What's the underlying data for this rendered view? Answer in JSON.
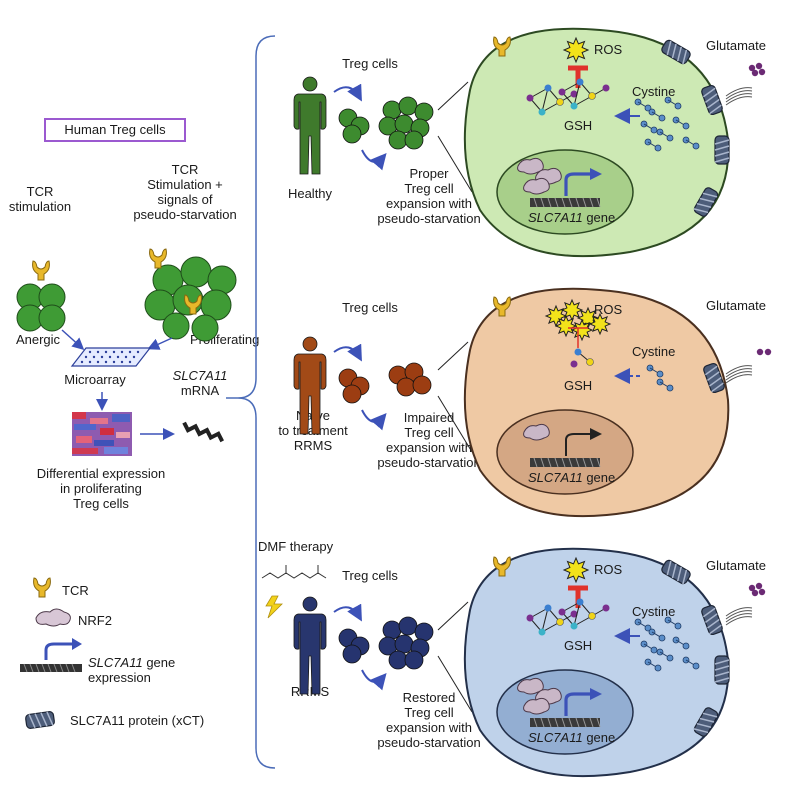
{
  "title": "Human Treg cells",
  "left": {
    "tcr_stimulation": [
      "TCR",
      "stimulation"
    ],
    "tcr_plus": [
      "TCR",
      "Stimulation +",
      "signals of",
      "pseudo-starvation"
    ],
    "anergic": "Anergic",
    "proliferating": "Proliferating",
    "microarray": "Microarray",
    "slc_mrna_gene": "SLC7A11",
    "slc_mrna_word": "mRNA",
    "differential": [
      "Differential expression",
      "in proliferating",
      "Treg cells"
    ]
  },
  "legend": {
    "tcr": "TCR",
    "nrf2": "NRF2",
    "gene_expr_gene": "SLC7A11",
    "gene_expr_word": "gene",
    "gene_expr_line2": "expression",
    "protein": "SLC7A11 protein (xCT)"
  },
  "panels": [
    {
      "key": "healthy",
      "treg": "Treg cells",
      "person": "Healthy",
      "outcome": [
        "Proper",
        "Treg cell",
        "expansion with",
        "pseudo-starvation"
      ],
      "ros": "ROS",
      "gsh": "GSH",
      "cystine": "Cystine",
      "glutamate": "Glutamate",
      "gene_label": "SLC7A11",
      "gene_word": "gene",
      "cell_fill": "#cde9b4",
      "cell_stroke": "#2d4a22",
      "nucleus_fill": "#a8cf8a",
      "person_color": "#3f7a2c",
      "treg_color": "#3d8b2f"
    },
    {
      "key": "naive",
      "treg": "Treg cells",
      "person": [
        "Naïve",
        "to treatment",
        "RRMS"
      ],
      "outcome": [
        "Impaired",
        "Treg cell",
        "expansion with",
        "pseudo-starvation"
      ],
      "ros": "ROS",
      "gsh": "GSH",
      "cystine": "Cystine",
      "glutamate": "Glutamate",
      "gene_label": "SLC7A11",
      "gene_word": "gene",
      "cell_fill": "#efc9a4",
      "cell_stroke": "#4a3020",
      "nucleus_fill": "#d4a784",
      "person_color": "#a24a17",
      "treg_color": "#9c3d12"
    },
    {
      "key": "dmf",
      "dmf": "DMF therapy",
      "treg": "Treg cells",
      "person": "RRMS",
      "outcome": [
        "Restored",
        "Treg cell",
        "expansion with",
        "pseudo-starvation"
      ],
      "ros": "ROS",
      "gsh": "GSH",
      "cystine": "Cystine",
      "glutamate": "Glutamate",
      "gene_label": "SLC7A11",
      "gene_word": "gene",
      "cell_fill": "#bfd2ea",
      "cell_stroke": "#23304a",
      "nucleus_fill": "#93aed2",
      "person_color": "#28366e",
      "treg_color": "#26346f"
    }
  ],
  "colors": {
    "arrow_blue": "#3c52b8",
    "ros_yellow": "#f2e21a",
    "inhibit_red": "#e0322b",
    "title_border": "#9b59d0",
    "glutamate_purple": "#6b2a74",
    "cystine_blue": "#5b8ec9"
  },
  "icons": [
    "tcr-icon",
    "nrf2-icon",
    "gene-expression-icon",
    "xct-protein-icon",
    "person-icon",
    "treg-cell-cluster-icon",
    "microarray-icon",
    "heatmap-icon",
    "mrna-icon",
    "lightning-icon",
    "dmf-molecule-icon"
  ]
}
